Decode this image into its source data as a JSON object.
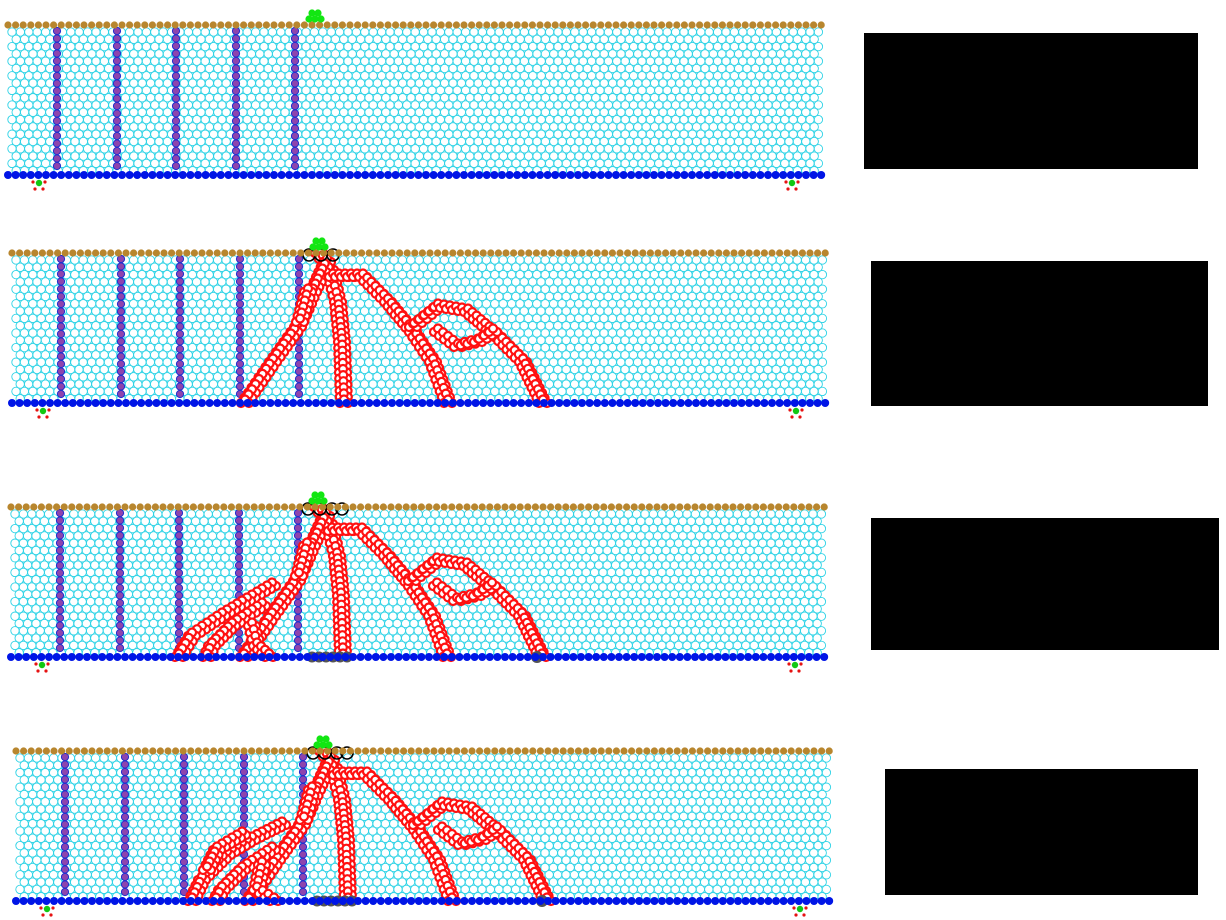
{
  "colors": {
    "background": "#ffffff",
    "matrix_particle": "#2fd3e6",
    "top_layer": "#b8862e",
    "bottom_layer": "#0015e6",
    "stirrup_fill": "#8e44ad",
    "stirrup_outline": "#1e2fd0",
    "crack": "#ff1010",
    "crushed": "#545454",
    "load_marker": "#12e612",
    "support_marker": "#12c812",
    "support_dot": "#e61212",
    "outline_ring": "#000000",
    "black_box": "#000000"
  },
  "panels": [
    {
      "stage": 1,
      "has_cracks": false
    },
    {
      "stage": 2,
      "has_cracks": true
    },
    {
      "stage": 3,
      "has_cracks": true
    },
    {
      "stage": 4,
      "has_cracks": true
    }
  ],
  "icons": {
    "load": "load-marker-icon",
    "support": "support-marker-icon"
  }
}
